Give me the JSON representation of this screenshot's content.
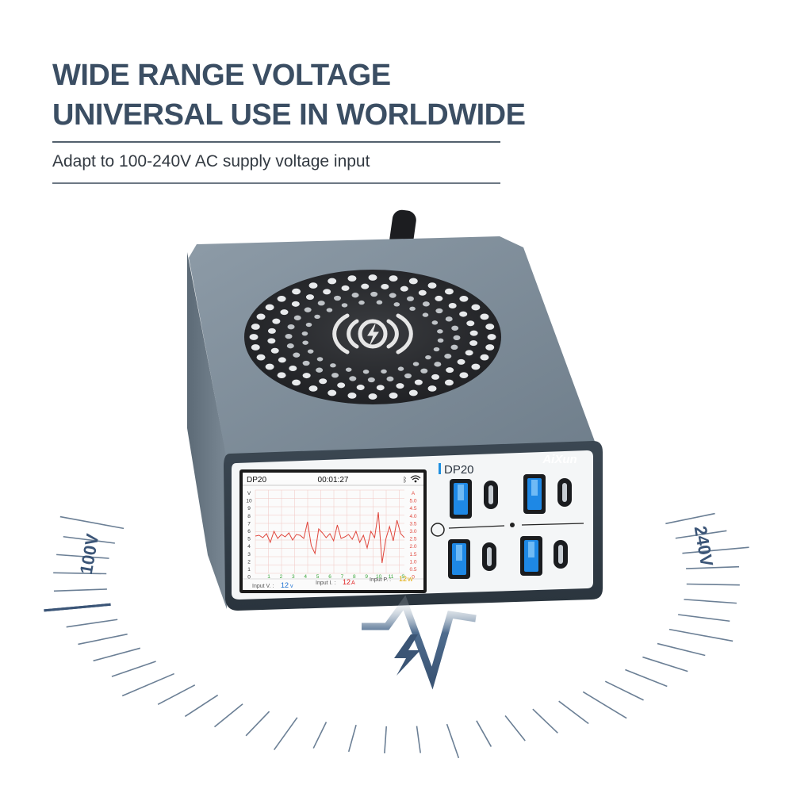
{
  "header": {
    "title_line1": "WIDE RANGE VOLTAGE",
    "title_line2": "UNIVERSAL USE IN WORLDWIDE",
    "subtitle": "Adapt to 100-240V AC supply voltage input"
  },
  "dial": {
    "left_label": "100V",
    "right_label": "240V"
  },
  "device": {
    "brand": "AiXun",
    "model": "DP20",
    "screen": {
      "model": "DP20",
      "timer": "00:01:27",
      "left_axis": [
        "V",
        "10",
        "9",
        "8",
        "7",
        "6",
        "5",
        "4",
        "3",
        "2",
        "1",
        "0"
      ],
      "right_axis": [
        "A",
        "5.0",
        "4.5",
        "4.0",
        "3.5",
        "3.0",
        "2.5",
        "2.0",
        "1.5",
        "1.0",
        "0.5",
        "0"
      ],
      "bottom_axis": [
        "1",
        "2",
        "3",
        "4",
        "5",
        "6",
        "7",
        "8",
        "9",
        "10",
        "11",
        "S"
      ],
      "input_v_label": "Input V. :",
      "input_v_value": "12",
      "input_v_unit": "v",
      "input_i_label": "Input I. :",
      "input_i_value": "12",
      "input_i_unit": "A",
      "input_p_label": "Input P. :",
      "input_p_value": "12",
      "input_p_unit": "W"
    }
  },
  "colors": {
    "title": "#3b4e63",
    "accent_blue": "#1e8fe0",
    "body_gray": "#7d8c99",
    "plot_red": "#e0473d",
    "v_blue": "#1a6fd1",
    "i_red": "#e02020",
    "p_yellow": "#e0a800"
  }
}
